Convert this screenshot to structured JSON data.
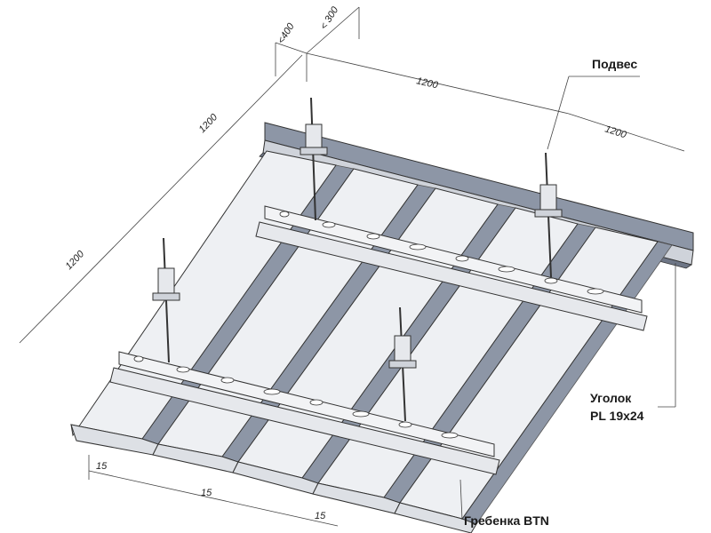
{
  "labels": {
    "hanger": "Подвес",
    "angle_line1": "Уголок",
    "angle_line2": "PL 19x24",
    "comb": "Гребенка BTN"
  },
  "dimensions": {
    "lt400": "<400",
    "lt300": "< 300",
    "top_1200": "1200",
    "right_1200": "1200",
    "left_upper_1200": "1200",
    "left_lower_1200": "1200",
    "bottom_15_a": "15",
    "bottom_15_b": "15",
    "bottom_15_c": "15"
  },
  "colors": {
    "panel": "#eef0f3",
    "gap": "#8d96a6",
    "metal": "#e6e8ec",
    "stroke": "#333333"
  }
}
